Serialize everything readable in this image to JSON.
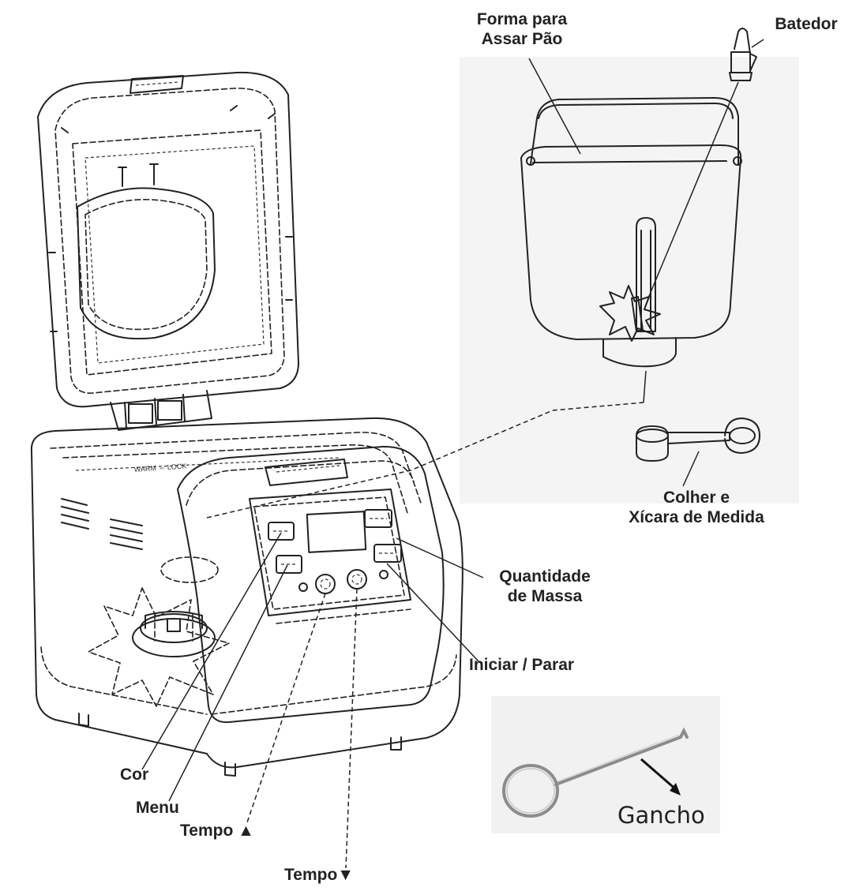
{
  "labels": {
    "forma_para_assar_pao": {
      "line1": "Forma para",
      "line2": "Assar Pão"
    },
    "batedor": "Batedor",
    "colher_xicara": {
      "line1": "Colher e",
      "line2": "Xícara de Medida"
    },
    "quantidade_massa": {
      "line1": "Quantidade",
      "line2": "de Massa"
    },
    "iniciar_parar": "Iniciar / Parar",
    "cor": "Cor",
    "menu": "Menu",
    "tempo_up": "Tempo ▲",
    "tempo_down": "Tempo▼",
    "gancho": "Gancho"
  },
  "device_text": {
    "lock": "WARM ⇔ LOCK"
  },
  "colors": {
    "line": "#222222",
    "background": "#ffffff",
    "photo_bg": "#f3f3f3",
    "hook_metal": "#9a9a9a"
  }
}
